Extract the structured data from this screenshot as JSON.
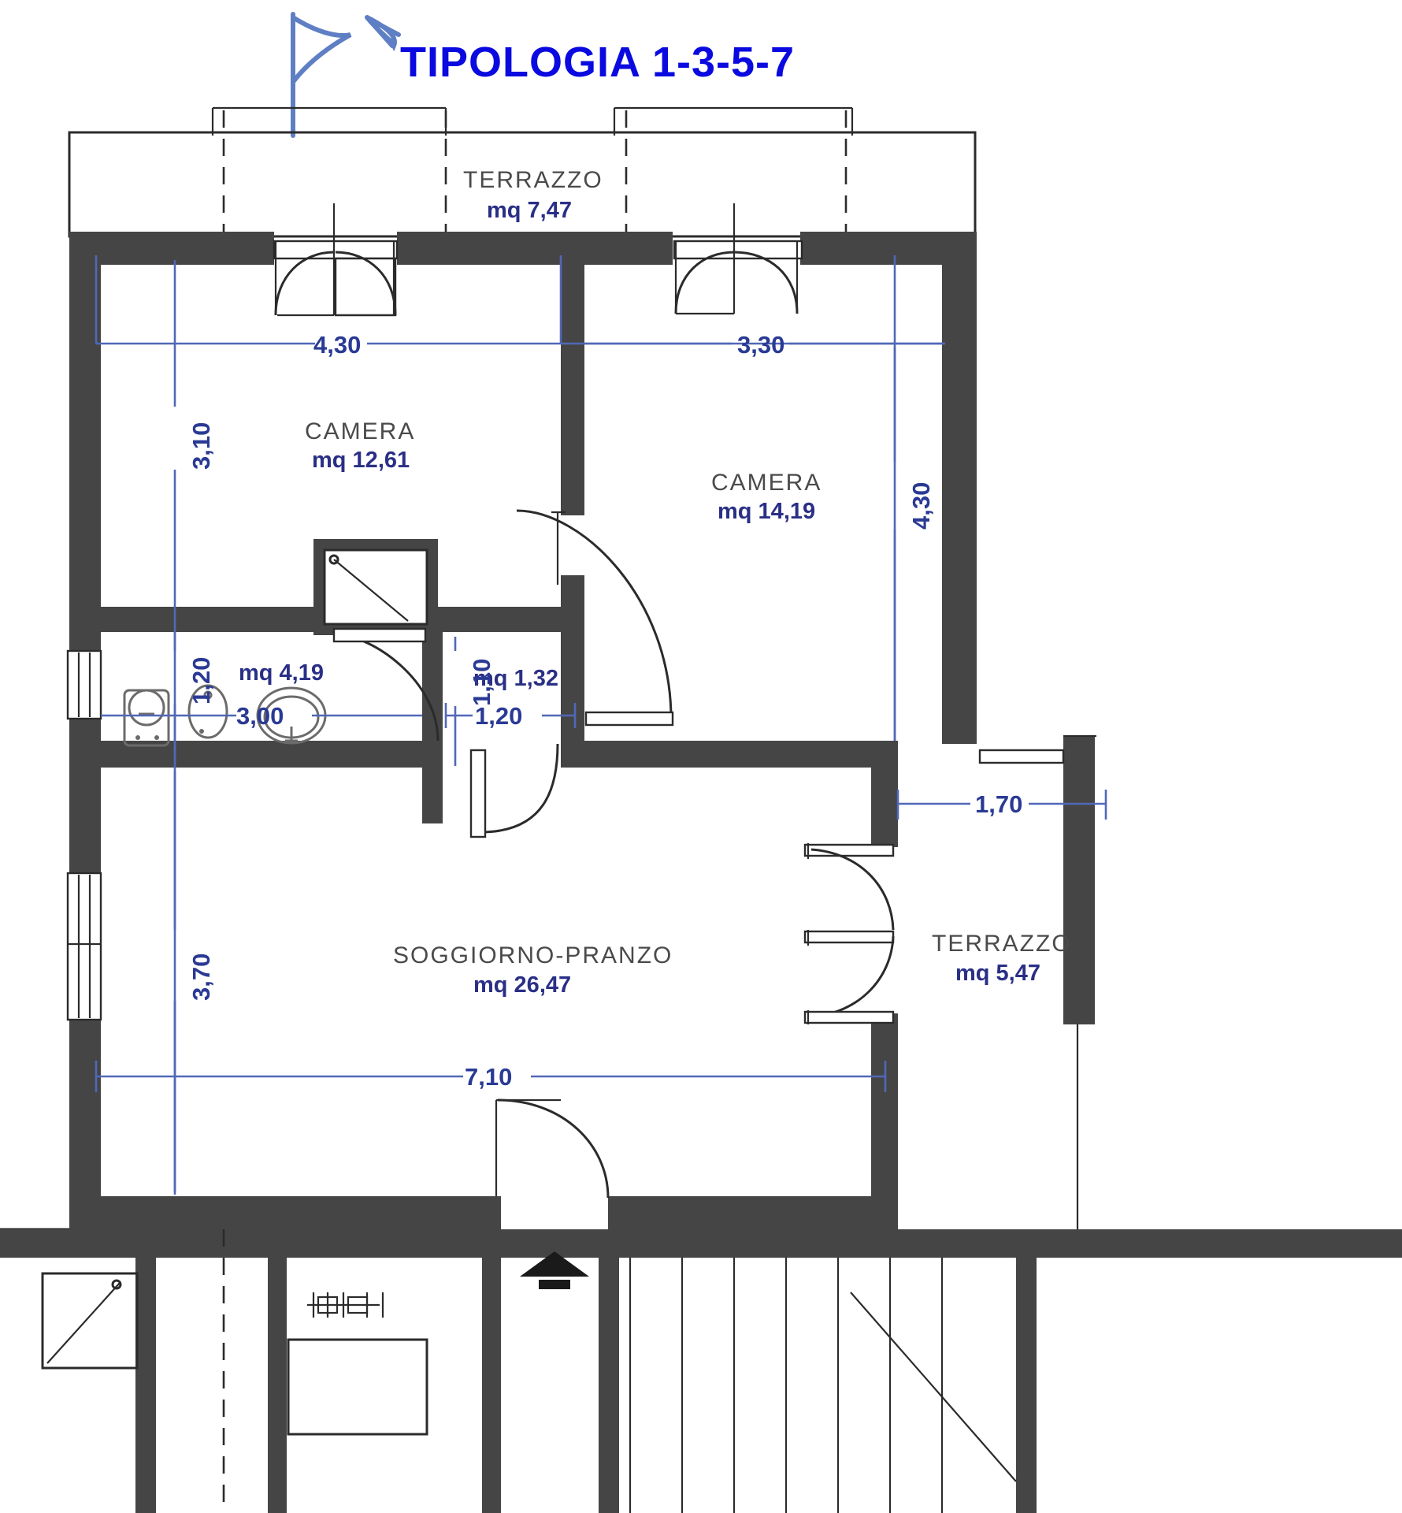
{
  "title": "TIPOLOGIA 1-3-5-7",
  "colors": {
    "title_blue": "#0a0ae0",
    "dimension_blue": "#2a3a94",
    "area_blue": "#2a2f86",
    "room_label_gray": "#4a4a4a",
    "wall_fill": "#454545",
    "thin_line": "#2b2b2b"
  },
  "north_arrow": {
    "name": "north-arrow-symbol",
    "label": ""
  },
  "rooms": [
    {
      "id": "terrazzo-top",
      "name": "TERRAZZO",
      "area": "mq 7,47"
    },
    {
      "id": "camera-left",
      "name": "CAMERA",
      "area": "mq 12,61"
    },
    {
      "id": "camera-right",
      "name": "CAMERA",
      "area": "mq 14,19"
    },
    {
      "id": "bagno",
      "name": "",
      "area": "mq 4,19"
    },
    {
      "id": "disimpegno",
      "name": "",
      "area": "mq 1,32"
    },
    {
      "id": "soggiorno-pranzo",
      "name": "SOGGIORNO-PRANZO",
      "area": "mq 26,47"
    },
    {
      "id": "terrazzo-right",
      "name": "TERRAZZO",
      "area": "mq 5,47"
    }
  ],
  "dimensions": {
    "camera_left_width": "4,30",
    "camera_right_width": "3,30",
    "camera_left_depth": "3,10",
    "camera_right_depth": "4,30",
    "bagno_depth": "1,20",
    "bagno_width": "3,00",
    "disimpegno_depth": "1,10",
    "disimpegno_width": "1,20",
    "soggiorno_depth": "3,70",
    "soggiorno_width": "7,10",
    "terrazzo_right_width": "1,70"
  }
}
